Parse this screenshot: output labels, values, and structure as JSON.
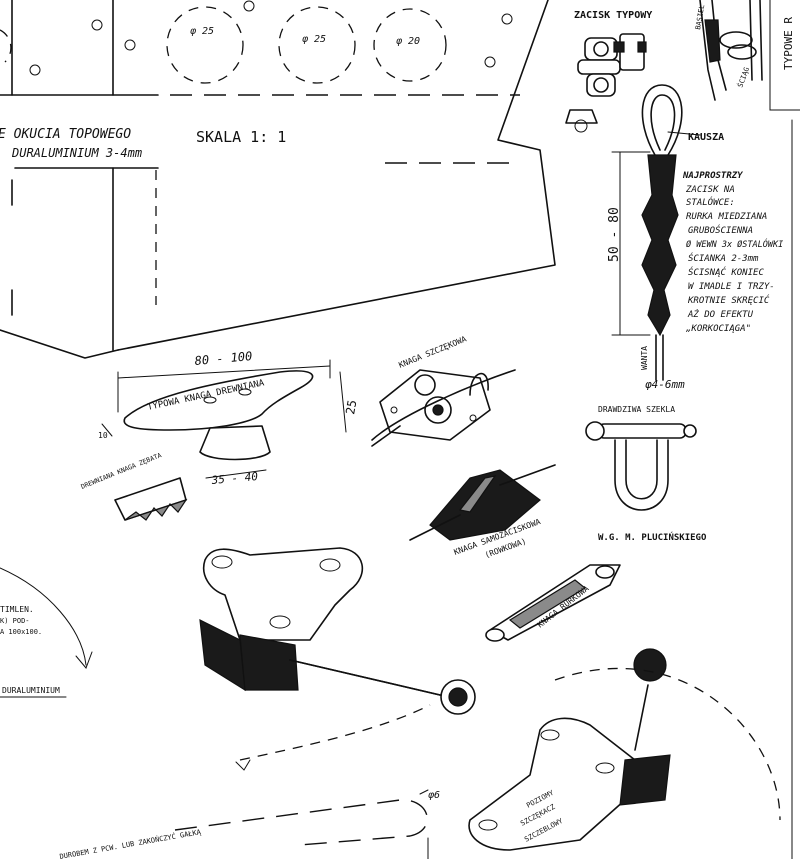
{
  "sheet": {
    "title_left": "E OKUCIA TOPOWEGO",
    "material_left": "DURALUMINIUM 3-4mm",
    "scale": "SKALA 1: 1",
    "hole_labels": [
      "φ 25",
      "φ 25",
      "φ 20"
    ],
    "left_note": [
      "TIMLEN.",
      "K) POD-",
      "A 100x100."
    ],
    "left_material_bottom": "DURALUMINIUM",
    "bottom_note": "DUROBEM Z PCW. LUB ZAKOŃCZYĆ GAŁKĄ",
    "bottom_dim": "φ6"
  },
  "labels": {
    "zacisk_typowy": "ZACISK TYPOWY",
    "kausza": "KAUSZA",
    "zacisk_note": [
      "NAJPROSTRZY",
      "ZACISK NA",
      "STALÓWCE:",
      "RURKA MIEDZIANA",
      "GRUBOŚCIENNA",
      "Ø WEWN 3x ØSTALÓWKI",
      "ŚCIANKA 2-3mm",
      "ŚCISNĄĆ KONIEC",
      "W IMADLE I TRZY-",
      "KROTNIE SKRĘCIĆ",
      "AŻ DO EFEKTU",
      "„KORKOCIĄGA\""
    ],
    "dim_50_80": "50 - 80",
    "wanta": "WANTA",
    "dia_4_6": "φ4-6mm",
    "typowe_r": "TYPOWE R",
    "rope_small": [
      "BASIEL",
      "ŚCIĄG"
    ],
    "dim_80_100": "80 - 100",
    "kaga_drewniana": "TYPOWA KNAGA DREWNIANA",
    "dim_25": "25",
    "dim_10": "10",
    "dim_35_40": "35 - 40",
    "drewniana_kaga_zebata": "DREWNIANA KNAGA ZĘBATA",
    "knaga_szczekowa": "KNAGA SZCZĘKOWA",
    "drawdziwa_szekla": "DRAWDZIWA SZEKLA",
    "wgm": "W.G. M. PLUCIŃSKIEGO",
    "knaga_samozaciskowa": "KNAGA SAMOZACISKOWA",
    "rowkowa": "(ROWKOWA)",
    "knaga_rurkowa": "KNAGA RURKOWA",
    "pozioma": [
      "POZIOMY",
      "SZCZĘKACZ",
      "SZCZEBLOWY"
    ]
  }
}
